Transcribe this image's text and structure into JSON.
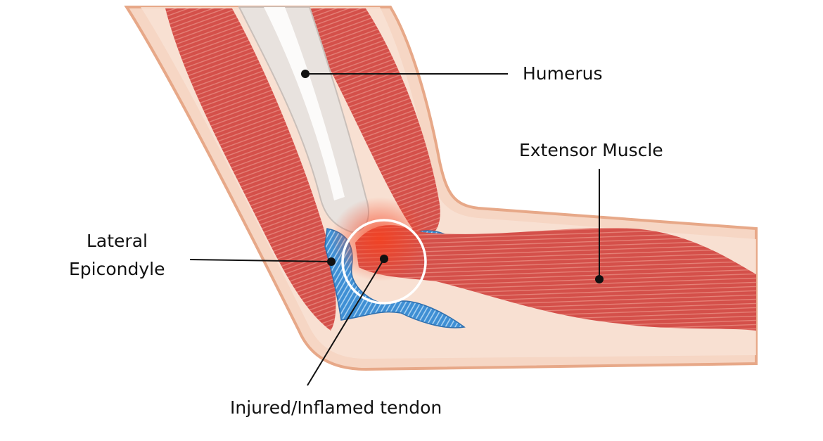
{
  "labels": {
    "humerus": "Humerus",
    "extensor_muscle": "Extensor Muscle",
    "lateral_epicondyle_line1": "Lateral",
    "lateral_epicondyle_line2": "Epicondyle",
    "injured_tendon": "Injured/Inflamed tendon"
  },
  "colors": {
    "skin": "#f6d6c4",
    "skin_outline": "#e7a888",
    "muscle": "#d4504a",
    "muscle_light": "#e98a7e",
    "bone": "#e8e2de",
    "ligament": "#4a90cf",
    "inflammation": "#f05030",
    "leader": "#111111"
  }
}
